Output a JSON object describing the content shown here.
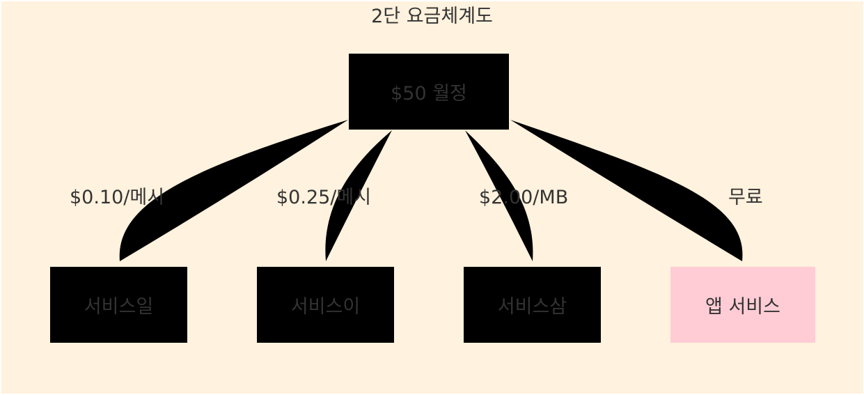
{
  "diagram": {
    "title": "2단 요금체계도",
    "colors": {
      "background": "#fff2de",
      "node_fill": "#000000",
      "highlight_node_fill": "#ffccd5",
      "edge_fill": "#000000",
      "text": "#333333"
    },
    "root": {
      "label": "$50 월정"
    },
    "children": [
      {
        "label": "서비스일",
        "edge_label": "$0.10/메시"
      },
      {
        "label": "서비스이",
        "edge_label": "$0.25/메시"
      },
      {
        "label": "서비스삼",
        "edge_label": "$2.00/MB"
      },
      {
        "label": "앱 서비스",
        "edge_label": "무료"
      }
    ]
  }
}
